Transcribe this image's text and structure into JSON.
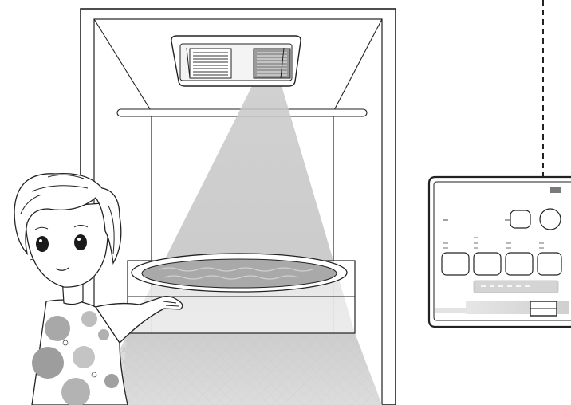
{
  "scene": {
    "subject": "bathroom-ventilation-heater",
    "colors": {
      "line": "#222222",
      "light_gray": "#d8d8d8",
      "mid_gray": "#b5b5b5",
      "dark_gray": "#8e8e8e",
      "background": "#ffffff"
    }
  },
  "remote": {
    "buttons_count": 4,
    "indicator_dashes": 6
  },
  "icons": [
    "ceiling-vent-unit-icon",
    "bathtub-icon",
    "woman-character-icon",
    "remote-control-icon",
    "arrow-down-icon"
  ]
}
